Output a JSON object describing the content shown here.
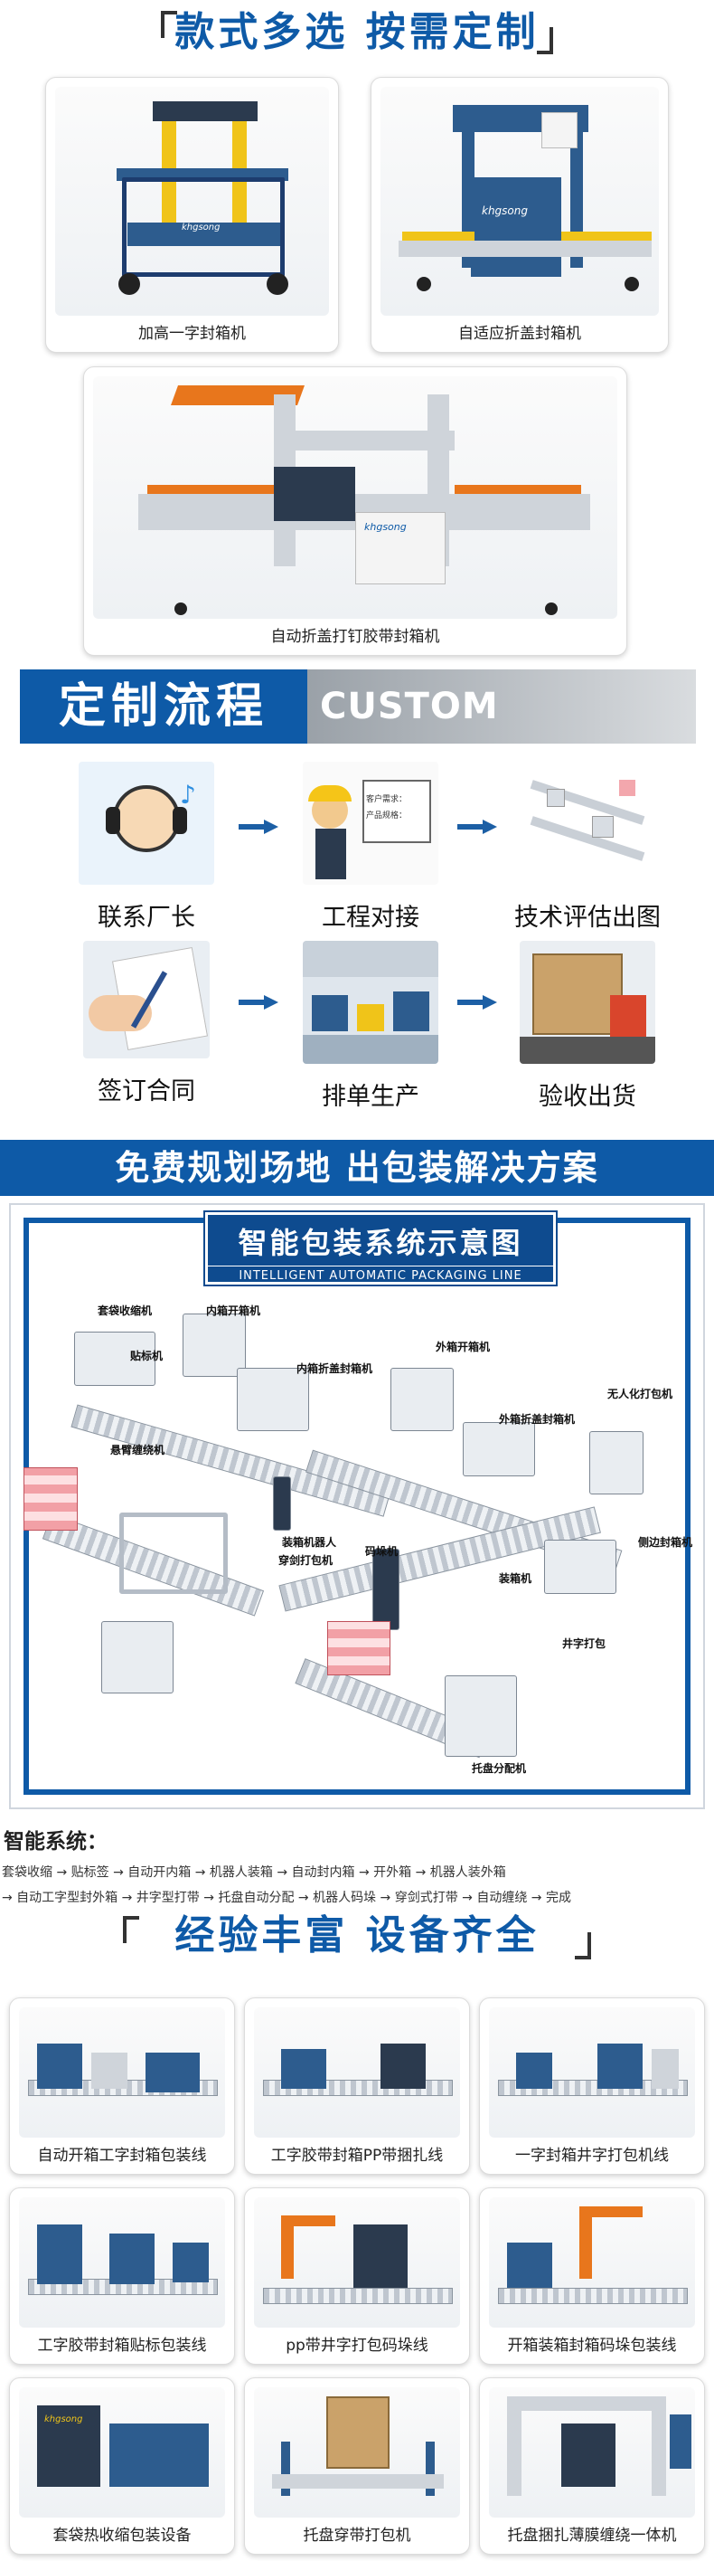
{
  "section1": {
    "heading": "款式多选  按需定制",
    "machines": [
      {
        "caption": "加高一字封箱机"
      },
      {
        "caption": "自适应折盖封箱机"
      },
      {
        "caption": "自动折盖打钉胶带封箱机"
      }
    ],
    "brand_mark": "khgsong"
  },
  "process": {
    "title_zh": "定制流程",
    "title_en": "CUSTOM PROCESS",
    "steps": [
      {
        "label": "联系厂长",
        "icon": "headset-support-icon"
      },
      {
        "label": "工程对接",
        "icon": "engineer-presentation-icon"
      },
      {
        "label": "技术评估出图",
        "icon": "technical-drawing-icon"
      },
      {
        "label": "签订合同",
        "icon": "contract-signing-icon"
      },
      {
        "label": "排单生产",
        "icon": "factory-production-icon"
      },
      {
        "label": "验收出货",
        "icon": "shipping-truck-icon"
      }
    ],
    "board_text": [
      "客户需求：",
      "产品规格："
    ]
  },
  "planning": {
    "banner": "免费规划场地 出包装解决方案",
    "diagram_title_zh": "智能包装系统示意图",
    "diagram_title_en": "INTELLIGENT AUTOMATIC PACKAGING LINE DIAGRAM",
    "labels": [
      "套袋收缩机",
      "内箱开箱机",
      "贴标机",
      "内箱折盖封箱机",
      "外箱开箱机",
      "外箱折盖封箱机",
      "无人化打包机",
      "悬臂缠绕机",
      "装箱机器人",
      "穿剑打包机",
      "码垛机",
      "装箱机",
      "侧边封箱机",
      "井字打包",
      "托盘分配机"
    ]
  },
  "system": {
    "title": "智能系统：",
    "flow_line1": "套袋收缩 → 贴标签 → 自动开内箱 → 机器人装箱 → 自动封内箱 → 开外箱 → 机器人装外箱",
    "flow_line2": "→ 自动工字型封外箱 → 井字型打带 → 托盘自动分配 → 机器人码垛 → 穿剑式打带 → 自动缠绕 → 完成"
  },
  "section3": {
    "heading": "经验丰富  设备齐全",
    "lines": [
      {
        "caption": "自动开箱工字封箱包装线"
      },
      {
        "caption": "工字胶带封箱PP带捆扎线"
      },
      {
        "caption": "一字封箱井字打包机线"
      },
      {
        "caption": "工字胶带封箱贴标包装线"
      },
      {
        "caption": "pp带井字打包码垛线"
      },
      {
        "caption": "开箱装箱封箱码垛包装线"
      },
      {
        "caption": "套袋热收缩包装设备"
      },
      {
        "caption": "托盘穿带打包机"
      },
      {
        "caption": "托盘捆扎薄膜缠绕一体机"
      }
    ]
  },
  "colors": {
    "brand_blue": "#0e5aa7",
    "accent_orange": "#e8761c",
    "machine_yellow": "#f0c419"
  }
}
